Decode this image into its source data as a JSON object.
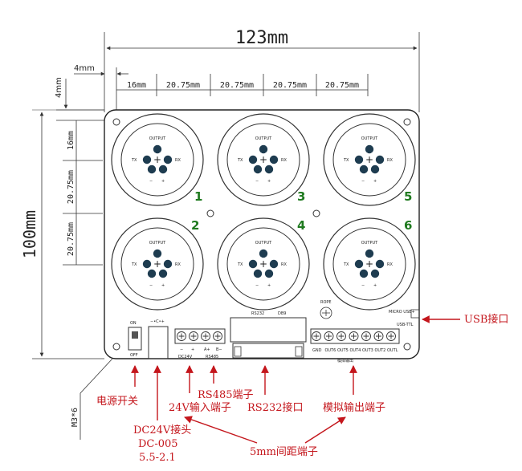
{
  "dimensions": {
    "total_width": "123mm",
    "left_offset": "4mm",
    "top_offset": "4mm",
    "top_spacings": [
      "16mm",
      "20.75mm",
      "20.75mm",
      "20.75mm",
      "20.75mm"
    ],
    "total_height": "100mm",
    "side_spacings": [
      "16mm",
      "20.75mm",
      "20.75mm"
    ],
    "mount_hole": "M3*6"
  },
  "board": {
    "channel_label_top": "OUTPUT",
    "channel_label_tx": "TX",
    "channel_label_rx": "RX",
    "channel_minus": "−",
    "channel_plus": "+",
    "channel_numbers": [
      "1",
      "3",
      "5",
      "2",
      "4",
      "6"
    ],
    "switch_on": "ON",
    "switch_off": "OFF",
    "dc_jack_polarity": "−•C•+",
    "power_terminal_labels": [
      "−",
      "+",
      "A+",
      "B−"
    ],
    "dc24v_text": "DC24V",
    "rs485_text": "RS485",
    "rs232_text": "RS232",
    "db9_text": "DB9",
    "micro_usb_text": "MICRO USB+",
    "usb_ttl_text": "USB-TTL",
    "analog_terminal_labels": [
      "GND",
      "OUT6",
      "OUT5",
      "OUT4",
      "OUT3",
      "OUT2",
      "OUTL"
    ],
    "analog_output_title": "模拟输出",
    "ground_mark": "ROPE"
  },
  "callouts": {
    "usb": "USB接口",
    "power_switch": "电源开关",
    "dc_jack": "DC24V接头",
    "dc_jack_model": "DC-005",
    "dc_jack_size": "5.5-2.1",
    "input_24v": "24V输入端子",
    "rs485": "RS485端子",
    "rs232": "RS232接口",
    "analog_out": "模拟输出端子",
    "pitch_5mm": "5mm间距端子"
  },
  "colors": {
    "callout_red": "#c4161c",
    "label_green": "#1f7a1f",
    "dim_line": "#333333"
  }
}
